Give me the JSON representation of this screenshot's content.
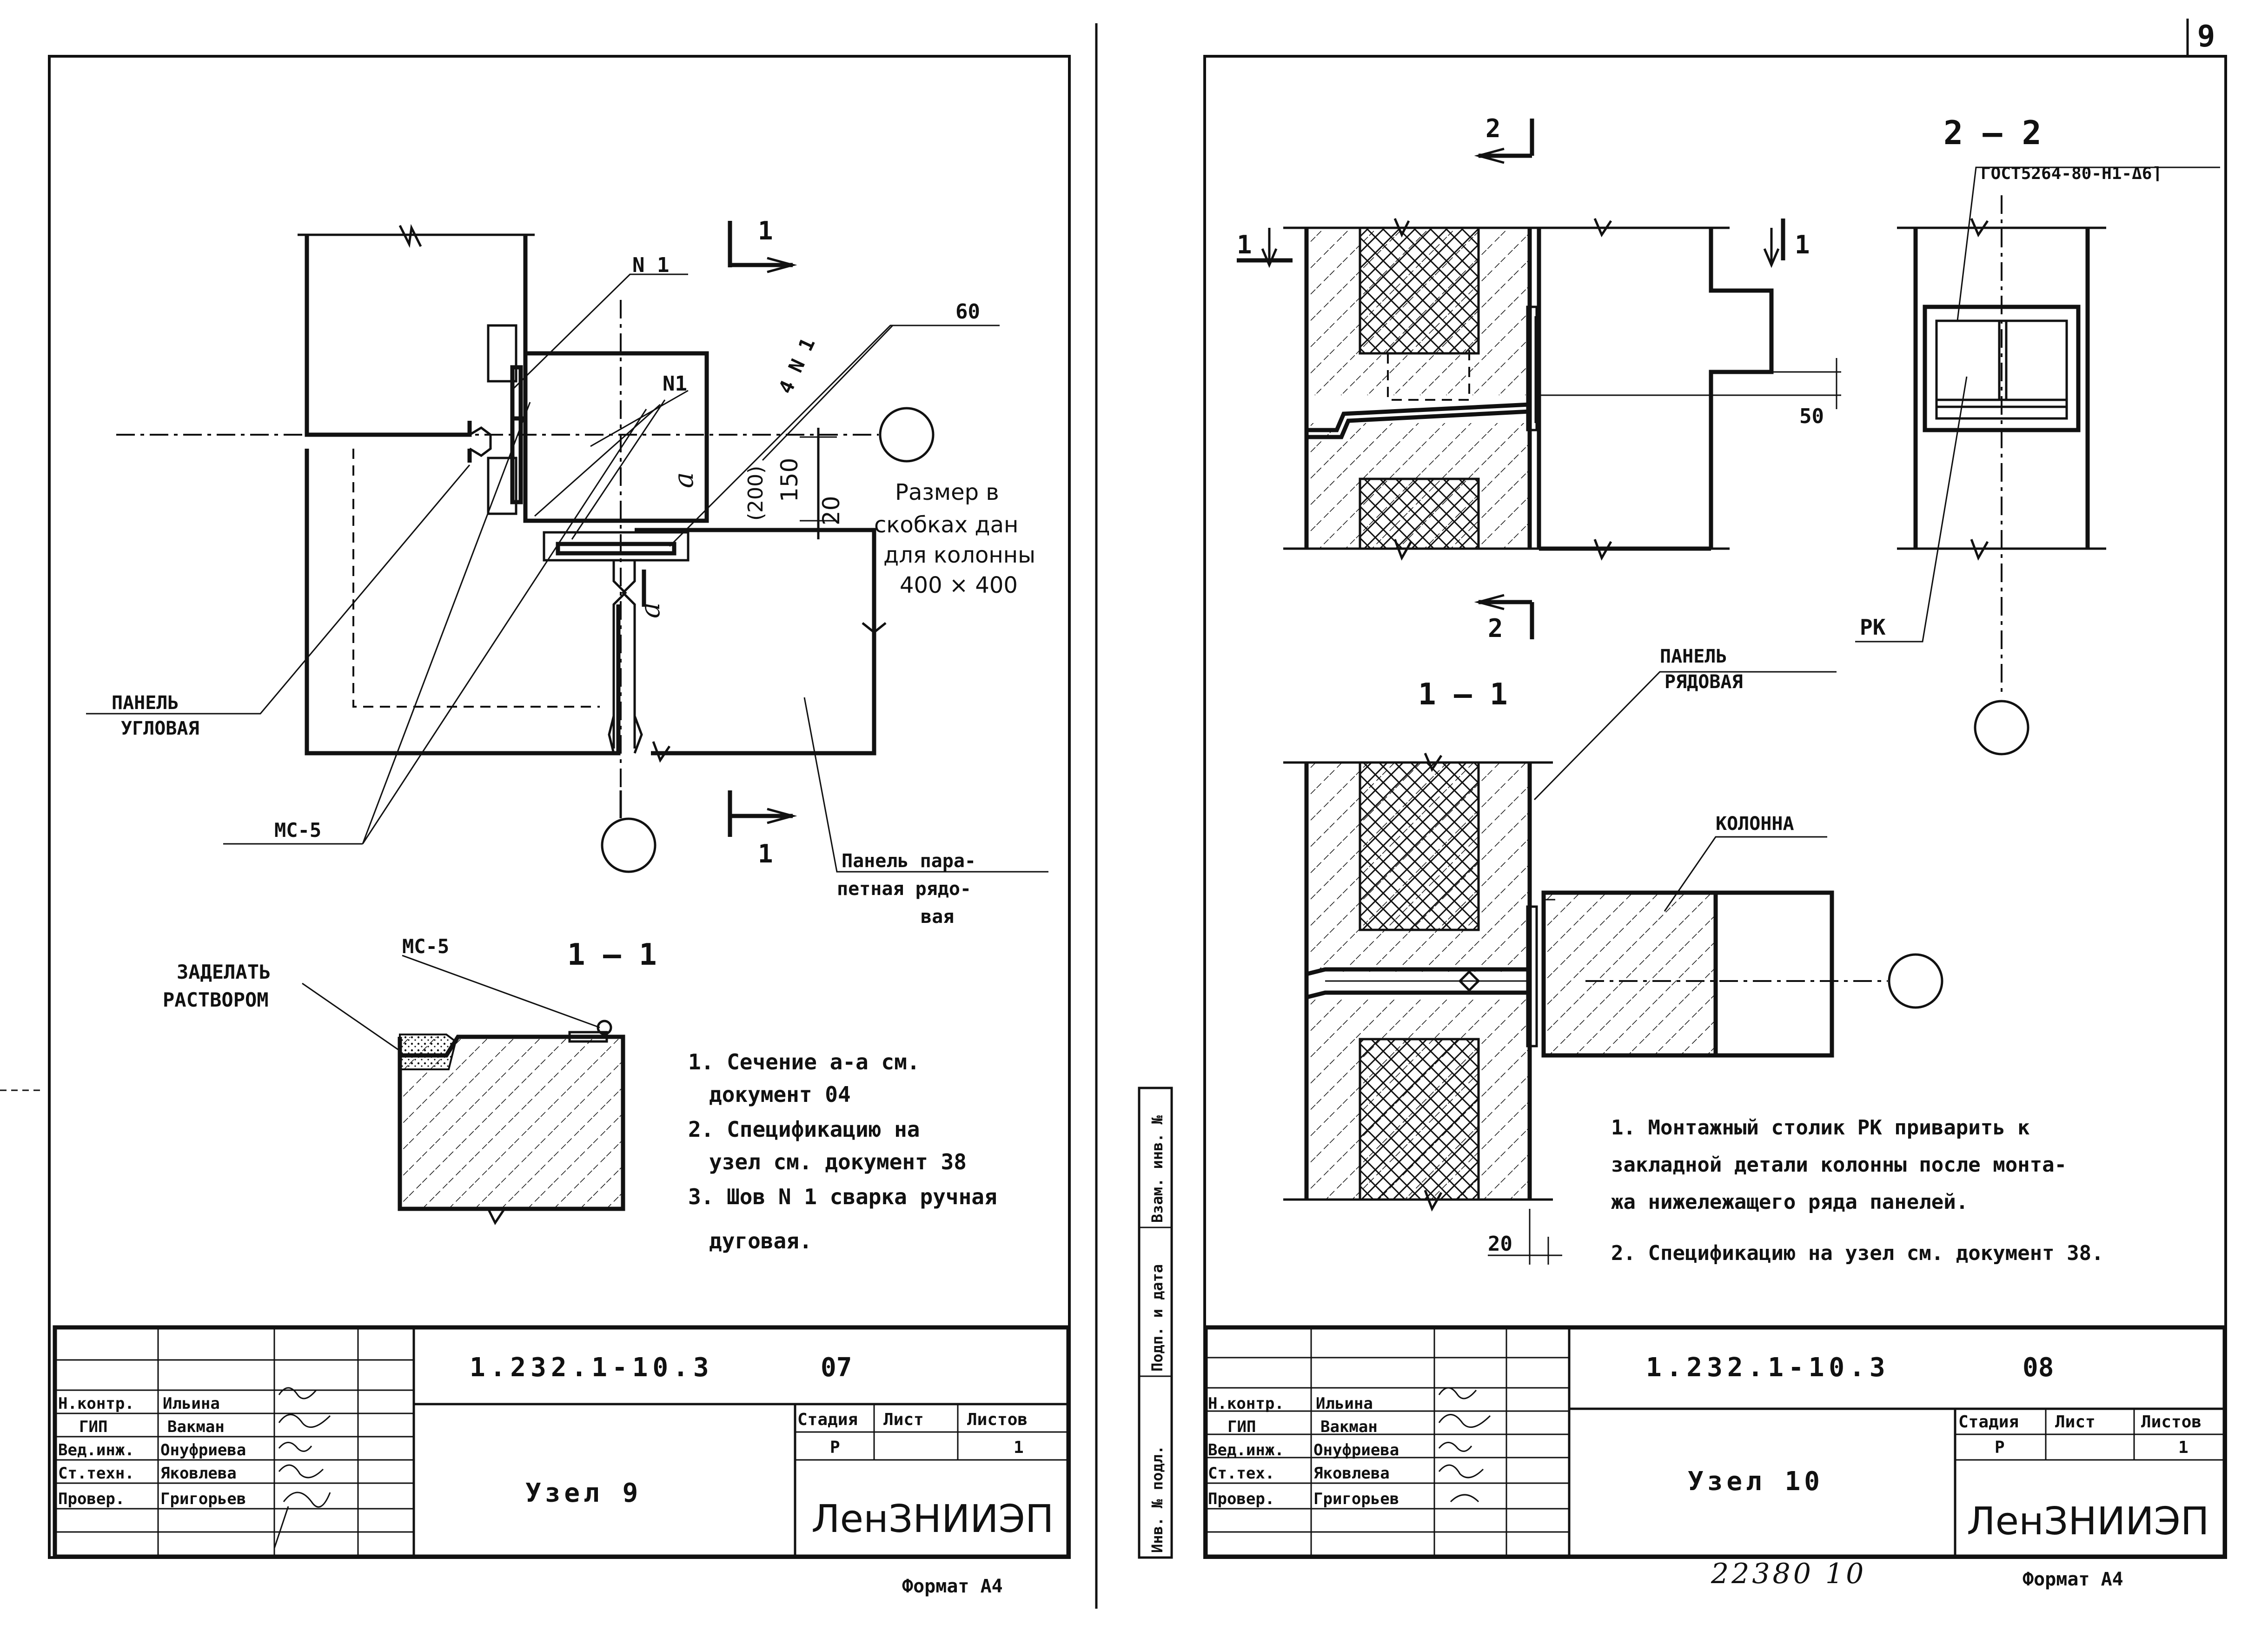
{
  "page_number": "9",
  "left_sheet": {
    "section_markers": {
      "cut": "1",
      "axis_a": "a"
    },
    "labels": {
      "weld_1a": "N 1",
      "weld_1b": "N1",
      "weld_count": "4 N 1",
      "dim_60": "60",
      "dim_200": "(200)",
      "dim_150": "150",
      "dim_20": "20",
      "size_note_l1": "Размер в",
      "size_note_l2": "скобках дан",
      "size_note_l3": "для колонны",
      "size_note_l4": "400 × 400",
      "panel_corner_l1": "ПАНЕЛЬ",
      "panel_corner_l2": "УГЛОВАЯ",
      "mc5": "МС-5",
      "panel_parapet_l1": "Панель пара-",
      "panel_parapet_l2": "петная рядо-",
      "panel_parapet_l3": "вая",
      "section_title": "1 — 1",
      "fill_l1": "ЗАДЕЛАТЬ",
      "fill_l2": "РАСТВОРОМ",
      "mc5_section": "МС-5"
    },
    "notes": [
      "1. Сечение а-а см.",
      "документ 04",
      "2. Спецификацию на",
      "узел см. документ 38",
      "3. Шов N 1 сварка ручная",
      "дуговая."
    ],
    "title_block": {
      "doc_code": "1.232.1-10.3",
      "doc_num": "07",
      "roles": [
        "Н.контр.",
        "ГИП",
        "Вед.инж.",
        "Ст.техн.",
        "Провер."
      ],
      "names": [
        "Ильина",
        "Вакман",
        "Онуфриева",
        "Яковлева",
        "Григорьев"
      ],
      "hdr_stage": "Стадия",
      "hdr_sheet": "Лист",
      "hdr_sheets": "Листов",
      "stage": "Р",
      "sheets": "1",
      "title": "Узел 9",
      "org": "ЛенЗНИИЭП"
    },
    "format": "Формат А4"
  },
  "right_sheet": {
    "markers": {
      "s2": "2",
      "s1": "1"
    },
    "labels": {
      "section22": "2 — 2",
      "gost": "ГОСТ5264-80-Н1-Δ6⌉",
      "dim_50": "50",
      "rk": "РК",
      "section11": "1 — 1",
      "panel_row_l1": "ПАНЕЛЬ",
      "panel_row_l2": "РЯДОВАЯ",
      "column": "КОЛОННА",
      "dim_20": "20"
    },
    "notes": [
      "1. Монтажный столик РК приварить к",
      "закладной детали колонны после монта-",
      "жа нижележащего ряда панелей.",
      "2. Спецификацию на узел см. документ 38."
    ],
    "side_stamp": [
      "Инв. № подл.",
      "Подп. и дата",
      "Взам. инв. №"
    ],
    "title_block": {
      "doc_code": "1.232.1-10.3",
      "doc_num": "08",
      "roles": [
        "Н.контр.",
        "ГИП",
        "Вед.инж.",
        "Ст.тех.",
        "Провер."
      ],
      "names": [
        "Ильина",
        "Вакман",
        "Онуфриева",
        "Яковлева",
        "Григорьев"
      ],
      "hdr_stage": "Стадия",
      "hdr_sheet": "Лист",
      "hdr_sheets": "Листов",
      "stage": "Р",
      "sheets": "1",
      "title": "Узел 10",
      "org": "ЛенЗНИИЭП"
    },
    "inventory": "22380 10",
    "format": "Формат А4"
  }
}
